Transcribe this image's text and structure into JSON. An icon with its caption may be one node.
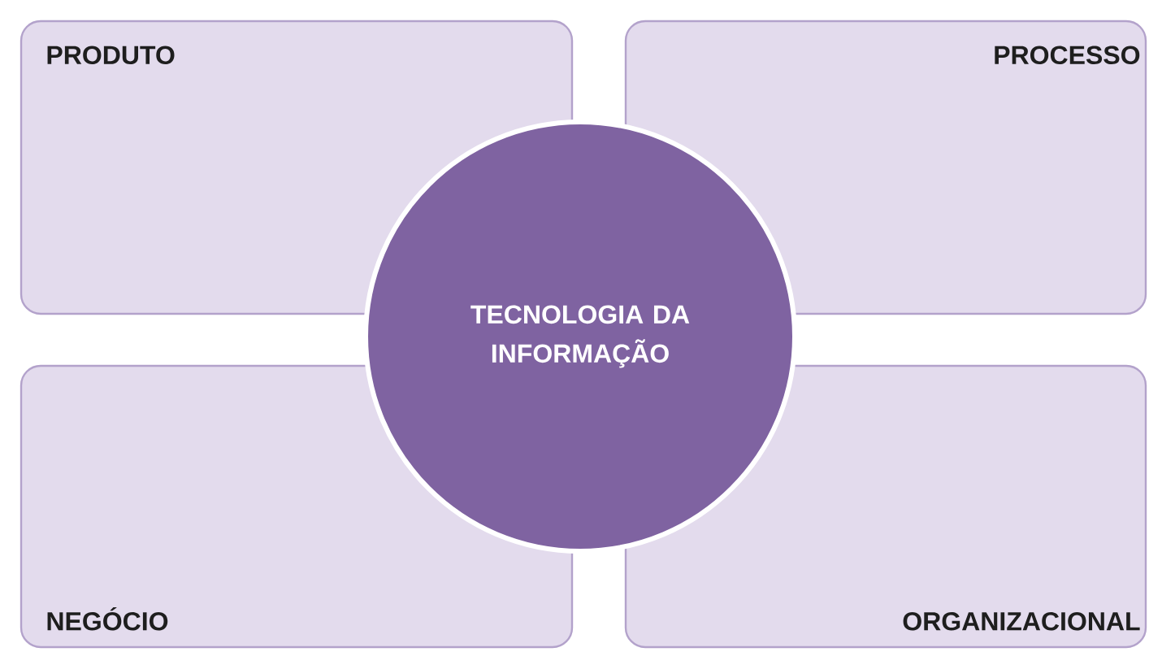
{
  "diagram": {
    "nodes": [
      {
        "text": [
          "PRODUTO"
        ]
      },
      {
        "text": [
          "PROCESSO"
        ]
      },
      {
        "text": [
          "NEGÓCIO"
        ]
      },
      {
        "text": [
          "ORGANIZACIONAL"
        ]
      },
      {
        "text": [
          "TECNOLOGIA DA INFORMAÇÃO"
        ]
      }
    ]
  }
}
